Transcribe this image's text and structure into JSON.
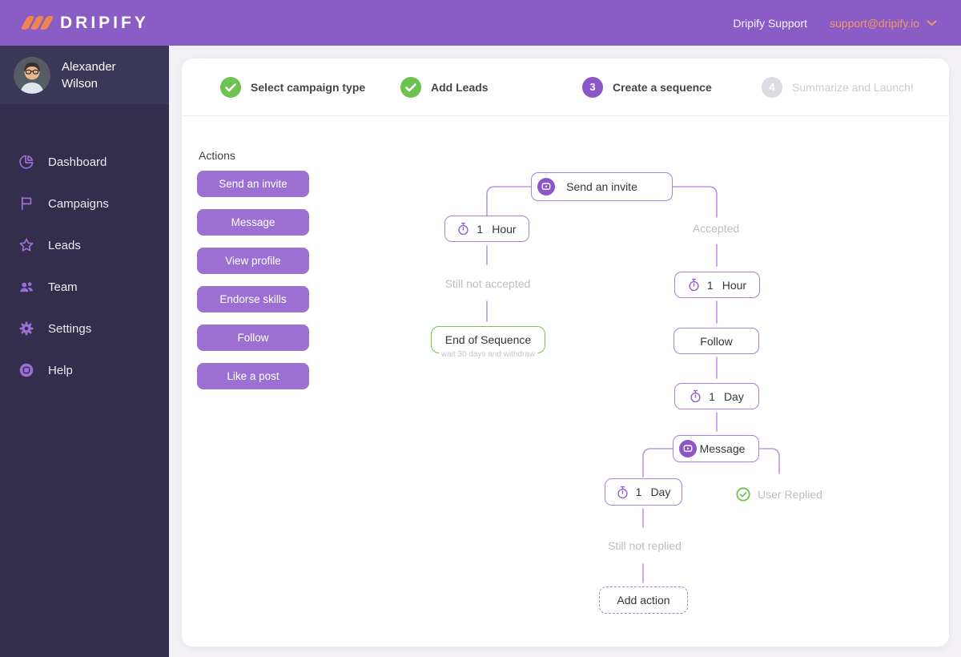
{
  "topbar": {
    "brand": "DRIPIFY",
    "support_label": "Dripify Support",
    "support_email": "support@dripify.io"
  },
  "sidebar": {
    "user": {
      "name": "Alexander Wilson"
    },
    "items": [
      {
        "label": "Dashboard",
        "icon": "dashboard-pie-icon"
      },
      {
        "label": "Campaigns",
        "icon": "flag-icon"
      },
      {
        "label": "Leads",
        "icon": "star-icon"
      },
      {
        "label": "Team",
        "icon": "people-icon"
      },
      {
        "label": "Settings",
        "icon": "gear-icon"
      },
      {
        "label": "Help",
        "icon": "lifebuoy-icon"
      }
    ]
  },
  "stepper": {
    "steps": [
      {
        "label": "Select campaign type",
        "status": "done",
        "icon": "check-icon"
      },
      {
        "label": "Add Leads",
        "status": "done",
        "icon": "check-icon"
      },
      {
        "label": "Create a sequence",
        "status": "current",
        "number": "3"
      },
      {
        "label": "Summarize and Launch!",
        "status": "upcoming",
        "number": "4"
      }
    ]
  },
  "actions": {
    "title": "Actions",
    "buttons": [
      "Send an invite",
      "Message",
      "View profile",
      "Endorse skills",
      "Follow",
      "Like a post"
    ]
  },
  "flow": {
    "nodes": {
      "send_invite": "Send an invite",
      "timer_hour_left": {
        "num": "1",
        "unit": "Hour"
      },
      "end_of_sequence": "End of Sequence",
      "end_of_sequence_note": "wait 30 days and withdraw",
      "timer_hour_right": {
        "num": "1",
        "unit": "Hour"
      },
      "follow": "Follow",
      "timer_day_right": {
        "num": "1",
        "unit": "Day"
      },
      "message": "Message",
      "timer_day_bottom": {
        "num": "1",
        "unit": "Day"
      },
      "add_action": "Add action"
    },
    "labels": {
      "accepted": "Accepted",
      "still_not_accepted": "Still not accepted",
      "user_replied": "User Replied",
      "still_not_replied": "Still not replied"
    }
  },
  "colors": {
    "topbar_purple": "#8a5cc6",
    "accent_purple": "#8a56c8",
    "button_purple": "#9c70d3",
    "node_border_purple": "#a97fd9",
    "connector_purple": "#b996e5",
    "sidebar_bg": "#322e4b",
    "sidebar_user_bg": "#3b3757",
    "success_green": "#6ec24f",
    "end_green_border": "#7cc24e",
    "logo_orange": "#ee8450",
    "email_orange": "#f09a67",
    "muted_gray": "#bdbcc3"
  }
}
